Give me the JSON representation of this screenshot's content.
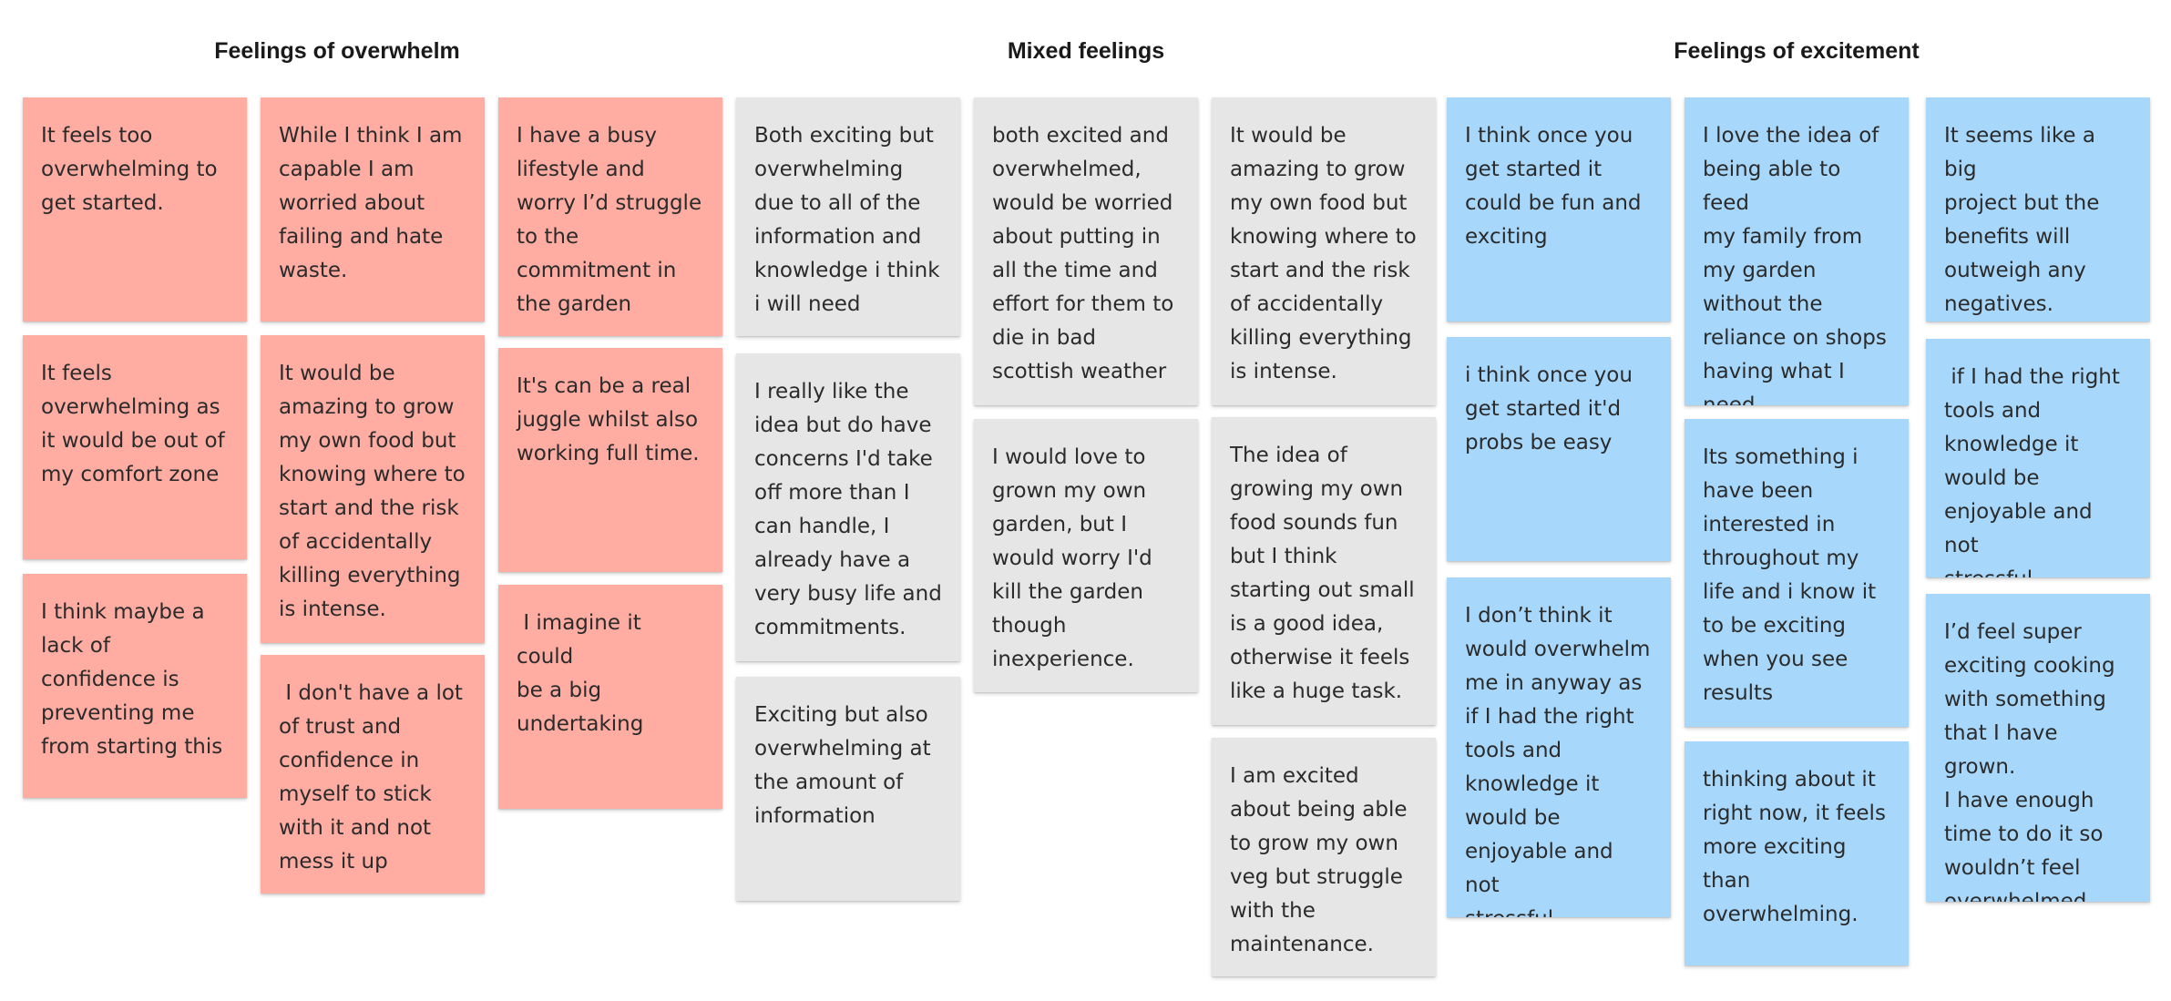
{
  "colors": {
    "overwhelm": "#ffaca2",
    "mixed": "#e6e6e6",
    "excitement": "#a7d8fc",
    "text": "#2b2b2b"
  },
  "groups": [
    {
      "title": "Feelings of overwhelm"
    },
    {
      "title": "Mixed feelings"
    },
    {
      "title": "Feelings of excitement"
    }
  ],
  "notes": [
    {
      "text": "It feels too\noverwhelming to\nget started."
    },
    {
      "text": "It feels\noverwhelming as\nit would be out of\nmy comfort zone"
    },
    {
      "text": "I think maybe a\nlack of\nconfidence is\npreventing me\nfrom starting this"
    },
    {
      "text": "While I think I am\ncapable I am\nworried about\nfailing and hate\nwaste."
    },
    {
      "text": "It would be\namazing to grow\nmy own food but\nknowing where to\nstart and the risk\nof accidentally\nkilling everything\nis intense."
    },
    {
      "text": " I don't have a lot\nof trust and\nconfidence in\nmyself to stick\nwith it and not\nmess it up"
    },
    {
      "text": "I have a busy\nlifestyle and\nworry I’d struggle\nto the\ncommitment in\nthe garden"
    },
    {
      "text": "It's can be a real\njuggle whilst also\nworking full time."
    },
    {
      "text": " I imagine it could\nbe a big\nundertaking"
    },
    {
      "text": "Both exciting but\noverwhelming\ndue to all of the\ninformation and\nknowledge i think\ni will need"
    },
    {
      "text": "I really like the\nidea but do have\nconcerns I'd take\noff more than I\ncan handle, I\nalready have a\nvery busy life and\ncommitments."
    },
    {
      "text": "Exciting but also\noverwhelming at\nthe amount of\ninformation"
    },
    {
      "text": "both excited and\noverwhelmed,\nwould be worried\nabout putting in\nall the time and\neffort for them to\ndie in bad\nscottish weather"
    },
    {
      "text": "I would love to\ngrown my own\ngarden, but I\nwould worry I'd\nkill the garden\nthough\ninexperience."
    },
    {
      "text": "It would be\namazing to grow\nmy own food but\nknowing where to\nstart and the risk\nof accidentally\nkilling everything\nis intense."
    },
    {
      "text": "The idea of\ngrowing my own\nfood sounds fun\nbut I think\nstarting out small\nis a good idea,\notherwise it feels\nlike a huge task."
    },
    {
      "text": "I am excited\nabout being able\nto grow my own\nveg but struggle\nwith the\nmaintenance."
    },
    {
      "text": "I think once you\nget started it\ncould be fun and\nexciting"
    },
    {
      "text": "i think once you\nget started it'd\nprobs be easy"
    },
    {
      "text": "I don’t think it\nwould overwhelm\nme in anyway as\nif I had the right\ntools and\nknowledge it\nwould be\nenjoyable and not\nstressful"
    },
    {
      "text": "I love the idea of\nbeing able to feed\nmy family from\nmy garden\nwithout the\nreliance on shops\nhaving what I\nneed"
    },
    {
      "text": "Its something i\nhave been\ninterested in\nthroughout my\nlife and i know it\nto be exciting\nwhen you see\nresults"
    },
    {
      "text": "thinking about it\nright now, it feels\nmore exciting\nthan\noverwhelming."
    },
    {
      "text": "It seems like a big\nproject but the\nbenefits will\noutweigh any\nnegatives."
    },
    {
      "text": " if I had the right\ntools and\nknowledge it\nwould be\nenjoyable and not\nstressful"
    },
    {
      "text": "I’d feel super\nexciting cooking\nwith something\nthat I have grown.\nI have enough\ntime to do it so\nwouldn’t feel\noverwhelmed"
    }
  ]
}
